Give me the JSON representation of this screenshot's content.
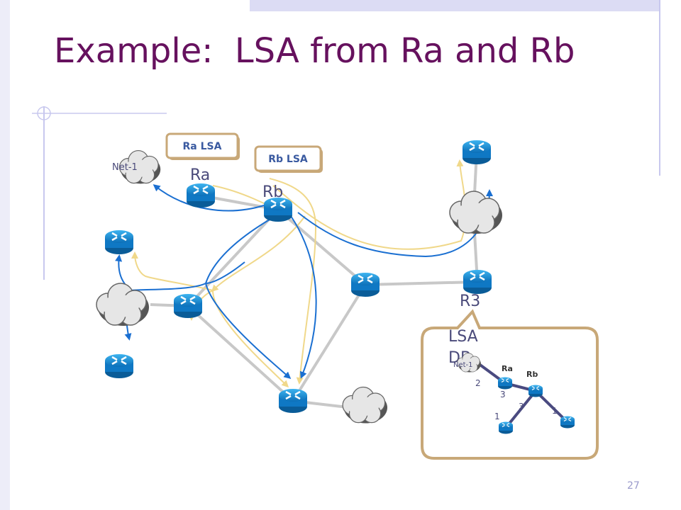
{
  "slide": {
    "title": "Example:  LSA from Ra and Rb",
    "page_number": "27"
  },
  "diagram": {
    "labels": {
      "net1": "Net-1",
      "ra": "Ra",
      "rb": "Rb",
      "r3": "R3",
      "lsa_db_line1": "LSA",
      "lsa_db_line2": "DB"
    },
    "lsa_boxes": {
      "ra_lsa": "Ra LSA",
      "rb_lsa": "Rb LSA"
    },
    "inset": {
      "net1": "Net-1",
      "ra": "Ra",
      "rb": "Rb",
      "costs": [
        "2",
        "3",
        "3",
        "1",
        "1"
      ]
    },
    "colors": {
      "title": "#66115e",
      "flood_blue": "#1a6fd1",
      "flood_yellow": "#f0d88a",
      "link_gray": "#c8c8c8",
      "router_blue": "#1590d8",
      "box_border": "#c8a878",
      "inset_border": "#c8a878",
      "accent_lines": "#c8c8ee"
    }
  }
}
